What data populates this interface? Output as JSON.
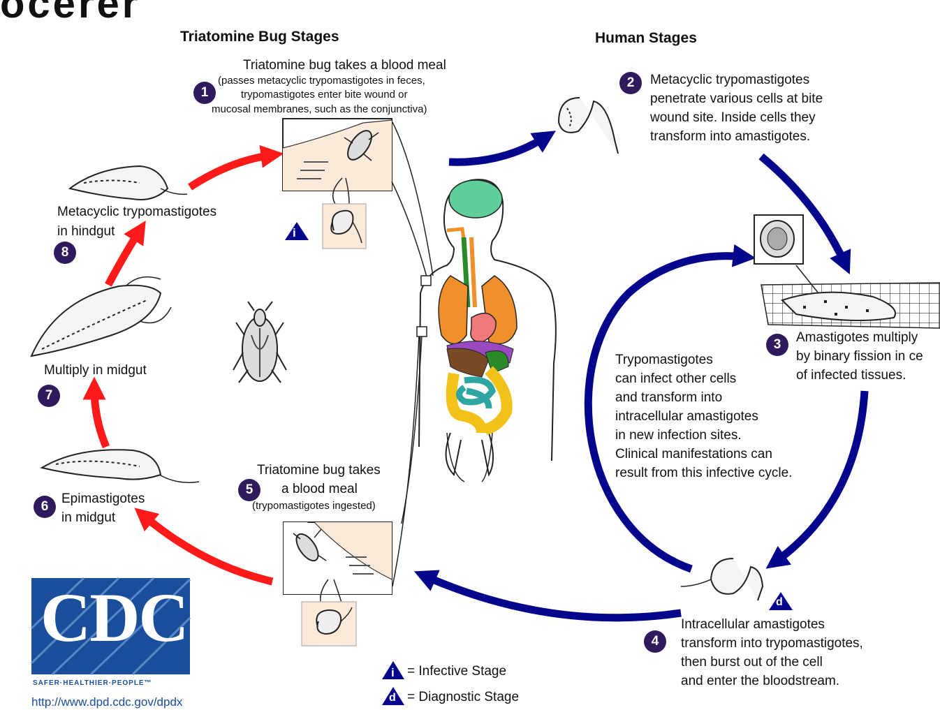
{
  "top_fragment": "ocerer",
  "headers": {
    "bug": "Triatomine Bug Stages",
    "human": "Human Stages"
  },
  "steps": {
    "s1": {
      "num": "1",
      "title": "Triatomine bug takes a blood meal",
      "detail": [
        "(passes metacyclic trypomastigotes in feces,",
        "trypomastigotes enter bite wound or",
        "mucosal membranes, such as the conjunctiva)"
      ]
    },
    "s2": {
      "num": "2",
      "lines": [
        "Metacyclic trypomastigotes",
        "penetrate various cells at bite",
        "wound site.  Inside cells they",
        "transform into amastigotes."
      ]
    },
    "s3": {
      "num": "3",
      "lines": [
        "Amastigotes multiply",
        "by binary fission in ce",
        "of infected tissues."
      ]
    },
    "s4": {
      "num": "4",
      "lines": [
        "Intracellular amastigotes",
        "transform into trypomastigotes,",
        "then burst out of the cell",
        "and enter the bloodstream."
      ]
    },
    "s5": {
      "num": "5",
      "lines": [
        "Triatomine bug takes",
        "a blood meal"
      ],
      "detail": "(trypomastigotes ingested)"
    },
    "s6": {
      "num": "6",
      "lines": [
        "Epimastigotes",
        "in midgut"
      ]
    },
    "s7": {
      "num": "7",
      "lines": [
        "Multiply in midgut"
      ]
    },
    "s8": {
      "num": "8",
      "lines": [
        "Metacyclic trypomastigotes",
        "in hindgut"
      ]
    }
  },
  "cycle_note": [
    "Trypomastigotes",
    "can infect other cells",
    "and transform into",
    "intracellular amastigotes",
    "in new infection sites.",
    "Clinical manifestations can",
    "result from this infective cycle."
  ],
  "legend": {
    "infective_symbol": "i",
    "infective_label": "= Infective Stage",
    "diagnostic_symbol": "d",
    "diagnostic_label": "= Diagnostic Stage"
  },
  "logo": {
    "text": "CDC",
    "tagline": "SAFER·HEALTHIER·PEOPLE™",
    "url": "http://www.dpd.cdc.gov/dpdx"
  },
  "colors": {
    "red_arrow": "#ff1a1a",
    "blue_arrow": "#06068c",
    "badge": "#2e1a5c",
    "cdc_blue": "#1a4e9a",
    "brain": "#5fcf9a",
    "lungs": "#f0902a",
    "intestine": "#f2c21a",
    "small_intestine": "#2ea5a0",
    "liver": "#7a4a26",
    "heart": "#f07a7a",
    "skin": "#fbe9d9"
  }
}
